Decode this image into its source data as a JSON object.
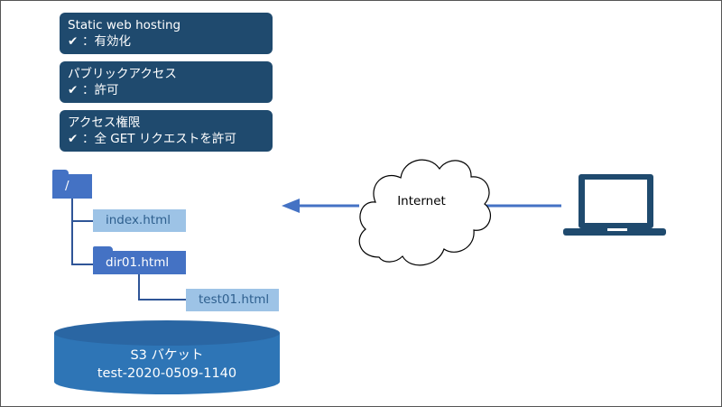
{
  "cards": [
    {
      "title": "Static web hosting",
      "check": "✔",
      "detail": "：有効化"
    },
    {
      "title": "パブリックアクセス",
      "check": "✔",
      "detail": "：許可"
    },
    {
      "title": "アクセス権限",
      "check": "✔",
      "detail": "：全 GET リクエストを許可"
    }
  ],
  "tree": {
    "root_label": "/",
    "file1": "index.html",
    "folder": "dir01.html",
    "file2": "test01.html"
  },
  "bucket": {
    "title": "S3 バケット",
    "name": "test-2020-0509-1140"
  },
  "cloud": {
    "label": "Internet"
  },
  "colors": {
    "card_bg": "#1f4a6e",
    "folder_blue": "#4472c4",
    "file_light": "#9dc3e6",
    "bucket": "#2e75b6",
    "bucket_top": "#2e6aa8",
    "laptop": "#1f4a6e",
    "arrow": "#4472c4"
  }
}
